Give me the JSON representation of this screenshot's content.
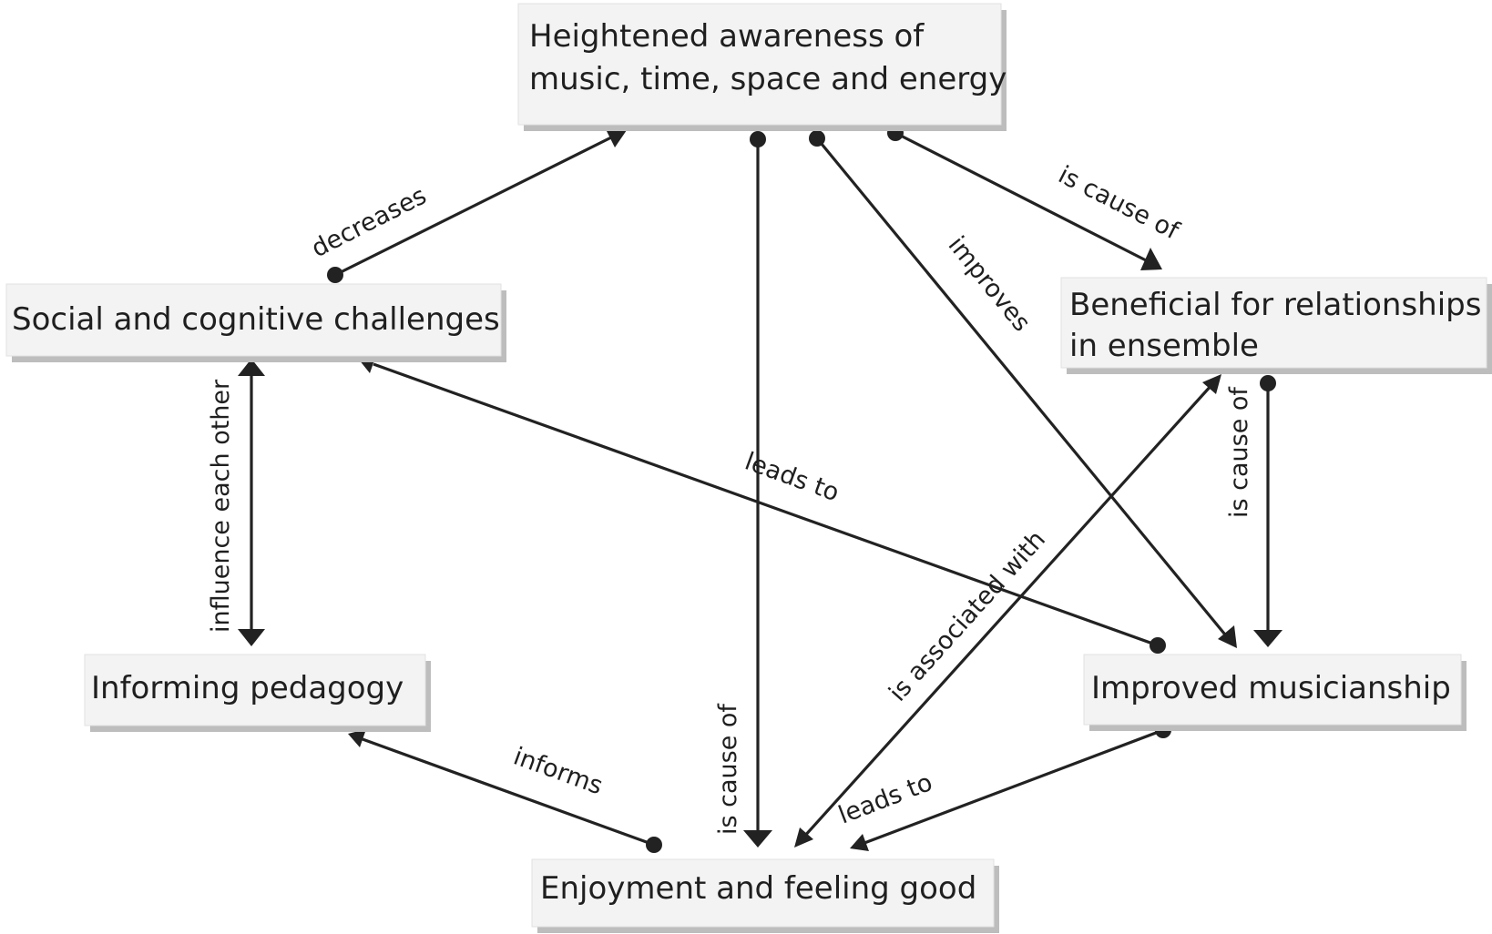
{
  "nodes": {
    "heightened": {
      "lines": [
        "Heightened awareness of",
        "music, time, space and energy"
      ]
    },
    "social": {
      "lines": [
        "Social and cognitive challenges"
      ]
    },
    "beneficial": {
      "lines": [
        "Beneficial for relationships",
        "in ensemble"
      ]
    },
    "pedagogy": {
      "lines": [
        "Informing pedagogy"
      ]
    },
    "musicianship": {
      "lines": [
        "Improved musicianship"
      ]
    },
    "enjoyment": {
      "lines": [
        "Enjoyment and feeling good"
      ]
    }
  },
  "edges": {
    "decreases": "decreases",
    "heightened_to_beneficial": "is cause of",
    "improves": "improves",
    "heightened_to_enjoyment": "is cause of",
    "influence": "influence each other",
    "leads_to_social": "leads to",
    "beneficial_to_musicianship": "is cause of",
    "associated": "is associated with",
    "informs": "informs",
    "musicianship_to_enjoyment": "leads to"
  }
}
